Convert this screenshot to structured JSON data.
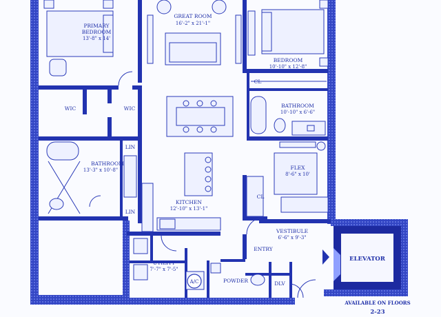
{
  "rooms": {
    "great_room": {
      "name": "GREAT ROOM",
      "dims": "16'-2\" x 21'-1\""
    },
    "primary_bedroom": {
      "name1": "PRIMARY",
      "name2": "BEDROOM",
      "dims": "13'-8\" x 14'"
    },
    "bedroom": {
      "name": "BEDROOM",
      "dims": "10'-10\" x 12'-8\""
    },
    "bath_upper": {
      "name": "BATHROOM",
      "dims": "10'-10\" x 6'-6\""
    },
    "bath_primary": {
      "name": "BATHROOM",
      "dims": "13'-3\" x 10'-8\""
    },
    "wic_left": "WIC",
    "wic_right": "WIC",
    "lin_top": "LIN",
    "lin_bottom": "LIN",
    "cl_upper": "CL",
    "cl_flex": "CL",
    "kitchen": {
      "name": "KITCHEN",
      "dims": "12'-10\" x 13'-1\""
    },
    "flex": {
      "name": "FLEX",
      "dims": "8'-6\" x 10'"
    },
    "vestibule": {
      "name": "VESTIBULE",
      "dims": "6'-6\" x 9'-3\""
    },
    "entry": "ENTRY",
    "utility": {
      "name": "UTILITY",
      "dims": "7'-7\" x 7'-5\""
    },
    "ac": "A/C",
    "powder": "POWDER",
    "dlv": "DLV",
    "elevator": "ELEVATOR"
  },
  "availability": {
    "line1": "AVAILABLE ON FLOORS",
    "line2": "2-23"
  },
  "colors": {
    "ink": "#1f2fa8",
    "wall": "#2233b0",
    "paper": "#fafbff"
  }
}
